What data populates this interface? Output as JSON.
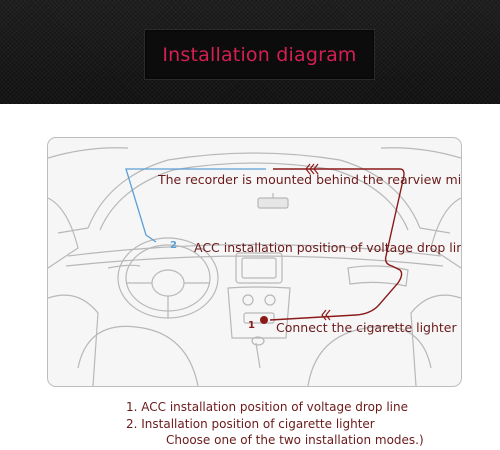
{
  "header": {
    "title": "Installation diagram"
  },
  "diagram": {
    "label_recorder": "The recorder is mounted behind the rearview mirror",
    "label_acc": "ACC installation position of voltage drop line)",
    "label_lighter": "Connect the cigarette lighter",
    "marker_1": "1",
    "marker_2": "2",
    "colors": {
      "acc_line": "#5b9fd6",
      "lighter_line": "#8b1a1a",
      "label_text": "#6b1a1a"
    }
  },
  "notes": {
    "line1": "1. ACC installation position of voltage drop line",
    "line2": "2. Installation position of cigarette lighter",
    "line3": "Choose one of the two installation modes.)"
  }
}
